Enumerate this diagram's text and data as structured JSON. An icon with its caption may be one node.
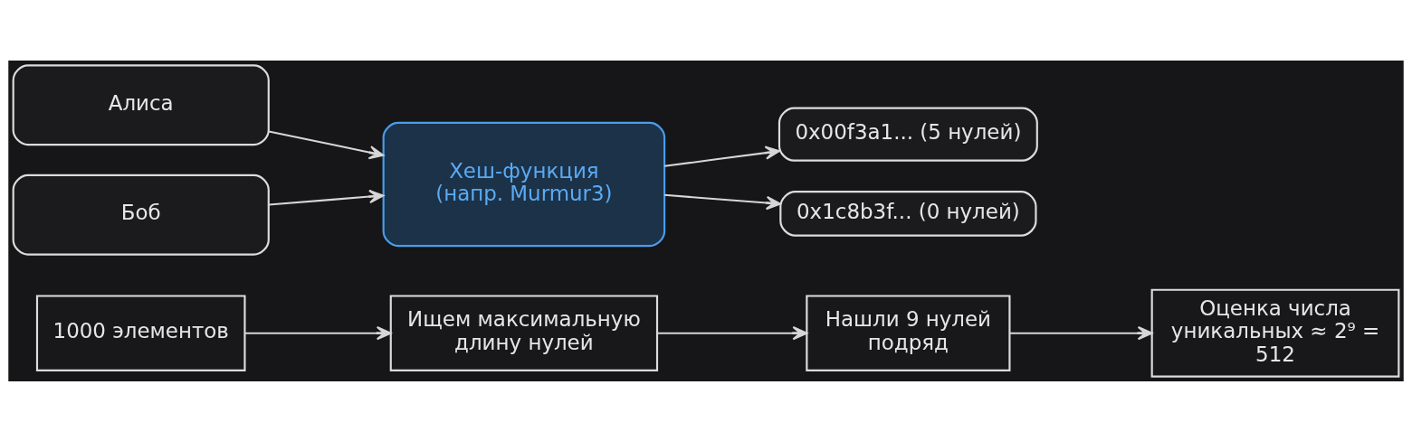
{
  "diagram": {
    "nodes": [
      {
        "text": [
          "Алиса"
        ]
      },
      {
        "text": [
          "Боб"
        ]
      },
      {
        "text": [
          "Хеш-функция (напр. Murmur3)"
        ]
      },
      {
        "text": [
          "0x00f3a1... (5 нулей)"
        ]
      },
      {
        "text": [
          "0x1c8b3f... (0 нулей)"
        ]
      },
      {
        "text": [
          "1000 элементов"
        ]
      },
      {
        "text": [
          "Ищем максимальную длину нулей"
        ]
      },
      {
        "text": [
          "Нашли 9 нулей подряд"
        ]
      },
      {
        "text": [
          "Оценка числа уникальных ≈ 2⁹ = 512"
        ]
      }
    ],
    "edges": [
      {
        "from": 0,
        "to": 2,
        "arrow": "to"
      },
      {
        "from": 1,
        "to": 2,
        "arrow": "to"
      },
      {
        "from": 2,
        "to": 3,
        "arrow": "to"
      },
      {
        "from": 2,
        "to": 4,
        "arrow": "to"
      },
      {
        "from": 5,
        "to": 6,
        "arrow": "to"
      },
      {
        "from": 6,
        "to": 7,
        "arrow": "to"
      },
      {
        "from": 7,
        "to": 8,
        "arrow": "to"
      }
    ]
  }
}
